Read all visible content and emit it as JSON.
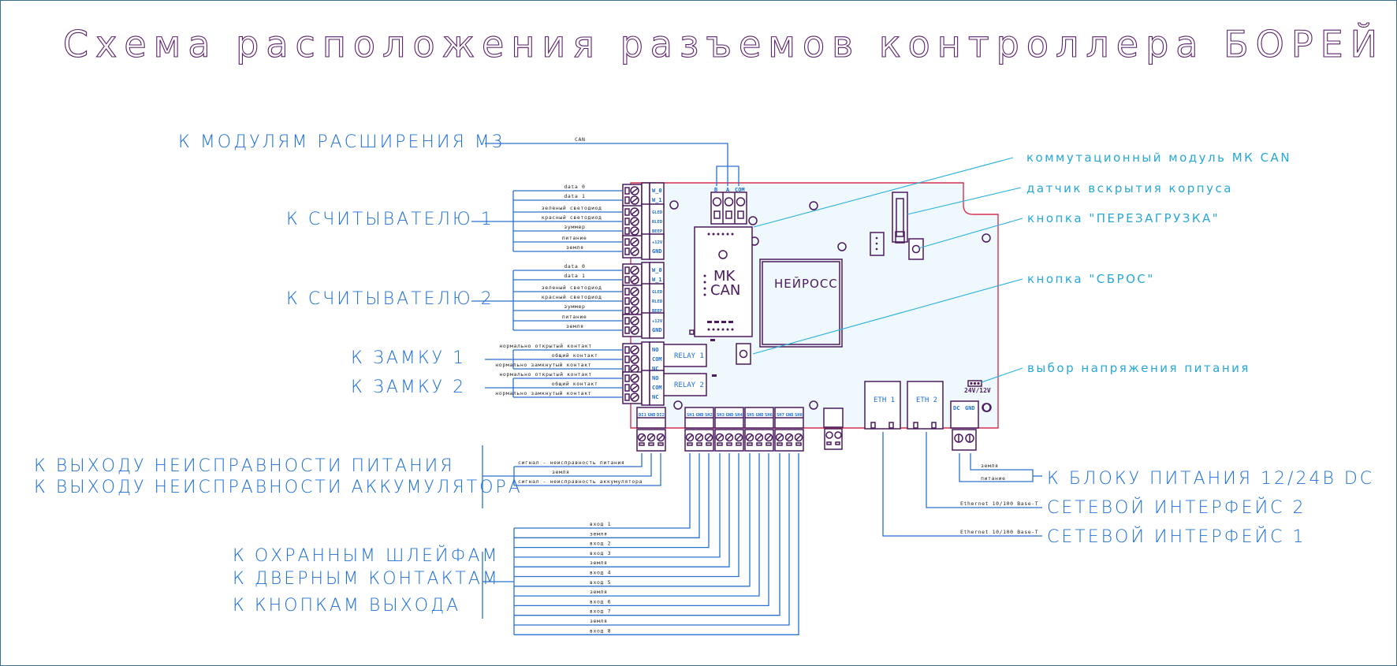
{
  "title": "Схема расположения разъемов контроллера БОРЕЙ ЯРС",
  "colors": {
    "title": "#5a1f6a",
    "group_label": "#1e6fd9",
    "callout": "#27a7d8",
    "board_outline": "#d6324f",
    "board_fill": "#eef8fd",
    "component": "#4b1a5e",
    "wire": "#2a72d0"
  },
  "groups": {
    "expansion": {
      "label": "К МОДУЛЯМ РАСШИРЕНИЯ М3",
      "wire_label": "CAN",
      "pins": [
        "B",
        "A",
        "COM"
      ]
    },
    "reader1": {
      "label": "К СЧИТЫВАТЕЛЮ 1",
      "wires": [
        "data 0",
        "data 1",
        "зеленый светодиод",
        "красный светодиод",
        "зуммер",
        "питание",
        "земля"
      ],
      "pins": [
        "W_0",
        "W_1",
        "GLED",
        "RLED",
        "BEEP",
        "+12V",
        "GND"
      ]
    },
    "reader2": {
      "label": "К СЧИТЫВАТЕЛЮ 2",
      "wires": [
        "data 0",
        "data 1",
        "зеленый светодиод",
        "красный светодиод",
        "зуммер",
        "питание",
        "земля"
      ],
      "pins": [
        "W_0",
        "W_1",
        "GLED",
        "RLED",
        "BEEP",
        "+12V",
        "GND"
      ]
    },
    "lock1": {
      "label": "К ЗАМКУ 1",
      "wires": [
        "нормально открытый контакт",
        "общий контакт",
        "нормально замкнутый контакт"
      ],
      "pins": [
        "NO",
        "COM",
        "NC"
      ]
    },
    "lock2": {
      "label": "К ЗАМКУ 2",
      "wires": [
        "нормально открытый контакт",
        "общий контакт",
        "нормально замкнутый контакт"
      ],
      "pins": [
        "NO",
        "COM",
        "NC"
      ]
    },
    "fault": {
      "label_1": "К ВЫХОДУ НЕИСПРАВНОСТИ ПИТАНИЯ",
      "label_2": "К ВЫХОДУ НЕИСПРАВНОСТИ АККУМУЛЯТОРА",
      "wires": [
        "сигнал - неисправность питания",
        "земля",
        "сигнал - неисправность аккумулятора"
      ],
      "pins": [
        "DI1",
        "GND",
        "DI2"
      ]
    },
    "loops": {
      "label_1": "К ОХРАННЫМ ШЛЕЙФАМ",
      "label_2": "К ДВЕРНЫМ КОНТАКТАМ",
      "label_3": "К КНОПКАМ ВЫХОДА",
      "wires": [
        "вход 1",
        "земля",
        "вход 2",
        "вход 3",
        "земля",
        "вход 4",
        "вход 5",
        "земля",
        "вход 6",
        "вход 7",
        "земля",
        "вход 8"
      ],
      "blocks": [
        [
          "SH1",
          "GND",
          "SH2"
        ],
        [
          "SH3",
          "GND",
          "SH4"
        ],
        [
          "SH5",
          "GND",
          "SH6"
        ],
        [
          "SH7",
          "GND",
          "SH8"
        ]
      ]
    },
    "power": {
      "label": "К БЛОКУ ПИТАНИЯ 12/24В DC",
      "wires": [
        "земля",
        "питание"
      ],
      "pins": [
        "DC",
        "GND"
      ]
    },
    "net2": {
      "label": "СЕТЕВОЙ ИНТЕРФЕЙС 2",
      "wire_label": "Ethernet 10/100 Base-T",
      "port": "ETH 2"
    },
    "net1": {
      "label": "СЕТЕВОЙ ИНТЕРФЕЙС 1",
      "wire_label": "Ethernet 10/100 Base-T",
      "port": "ETH 1"
    }
  },
  "callouts": [
    "коммутационный модуль МК CAN",
    "датчик вскрытия корпуса",
    "кнопка \"ПЕРЕЗАГРУЗКА\"",
    "кнопка \"СБРОС\"",
    "выбор напряжения питания"
  ],
  "board": {
    "chip_label": "НЕЙРОСС",
    "module_label_1": "MK",
    "module_label_2": "CAN",
    "relay1": "RELAY 1",
    "relay2": "RELAY 2",
    "jumper_label": "24V/12V"
  }
}
